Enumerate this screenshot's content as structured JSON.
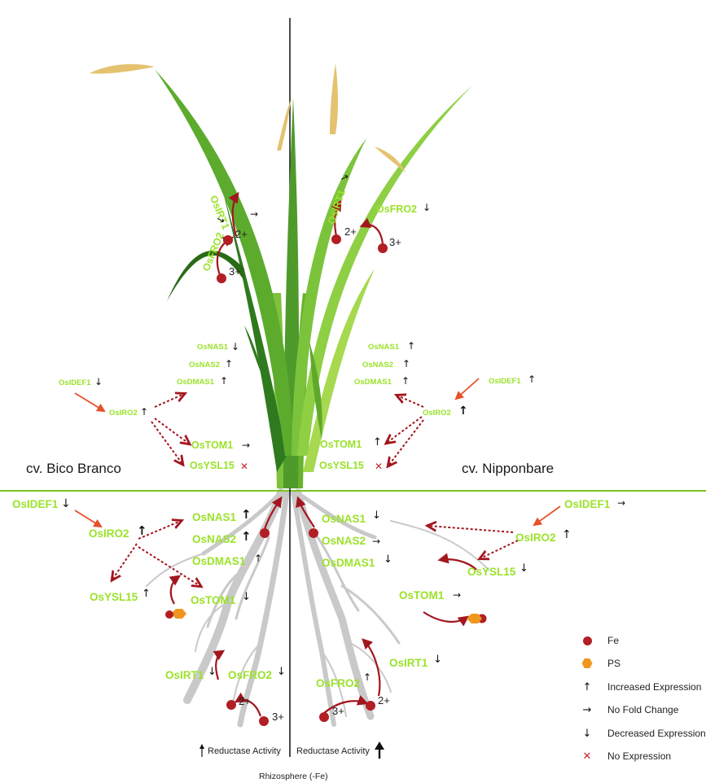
{
  "cultivars": {
    "left": "cv. Bico Branco",
    "right": "cv. Nipponbare"
  },
  "shoot_left": {
    "irt1": "OsIRT1",
    "fro2": "OsFRO2",
    "nas1": "OsNAS1",
    "nas2": "OsNAS2",
    "dmas1": "OsDMAS1",
    "idef1": "OsIDEF1",
    "iro2": "OsIRO2",
    "tom1": "OsTOM1",
    "ysl15": "OsYSL15"
  },
  "shoot_right": {
    "irt1": "OsIRT1",
    "fro2": "OsFRO2",
    "nas1": "OsNAS1",
    "nas2": "OsNAS2",
    "dmas1": "OsDMAS1",
    "idef1": "OsIDEF1",
    "iro2": "OsIRO2",
    "tom1": "OsTOM1",
    "ysl15": "OsYSL15"
  },
  "root_left": {
    "idef1": "OsIDEF1",
    "iro2": "OsIRO2",
    "nas1": "OsNAS1",
    "nas2": "OsNAS2",
    "dmas1": "OsDMAS1",
    "ysl15": "OsYSL15",
    "tom1": "OsTOM1",
    "irt1": "OsIRT1",
    "fro2": "OsFRO2"
  },
  "root_right": {
    "idef1": "OsIDEF1",
    "iro2": "OsIRO2",
    "nas1": "OsNAS1",
    "nas2": "OsNAS2",
    "dmas1": "OsDMAS1",
    "ysl15": "OsYSL15",
    "tom1": "OsTOM1",
    "irt1": "OsIRT1",
    "fro2": "OsFRO2"
  },
  "ions": {
    "fe2": "2+",
    "fe3": "3+"
  },
  "reductase": {
    "left": "Reductase Activity",
    "right": "Reductase Activity"
  },
  "rhizosphere": "Rhizosphere (-Fe)",
  "legend": {
    "fe": "Fe",
    "ps": "PS",
    "increased": "Increased Expression",
    "no_change": "No Fold Change",
    "decreased": "Decreased Expression",
    "no_expression": "No Expression"
  },
  "colors": {
    "gene_label": "#9be22a",
    "fe": "#b11f24",
    "ps": "#f0961e",
    "transport_arrow": "#a3161f",
    "regulation_arrow": "#e8502a"
  }
}
